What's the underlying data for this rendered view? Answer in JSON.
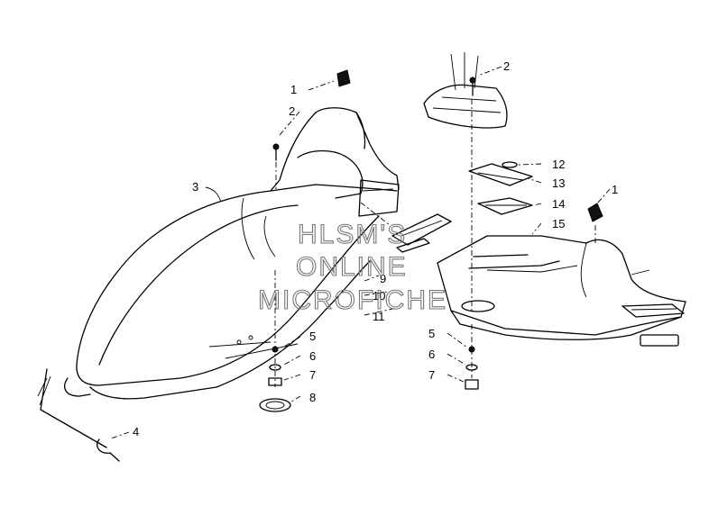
{
  "watermark": {
    "line1": "HLSM'S",
    "line2": "ONLINE",
    "line3": "MICROFICHE"
  },
  "callouts": {
    "c1_left": "1",
    "c2_left": "2",
    "c3": "3",
    "c4": "4",
    "c5_left": "5",
    "c6_left": "6",
    "c7_left": "7",
    "c8": "8",
    "c9": "9",
    "c10": "10",
    "c11": "11",
    "c2_right": "2",
    "c12": "12",
    "c13": "13",
    "c14": "14",
    "c1_right": "1",
    "c15": "15",
    "c5_right": "5",
    "c6_right": "6",
    "c7_right": "7"
  }
}
